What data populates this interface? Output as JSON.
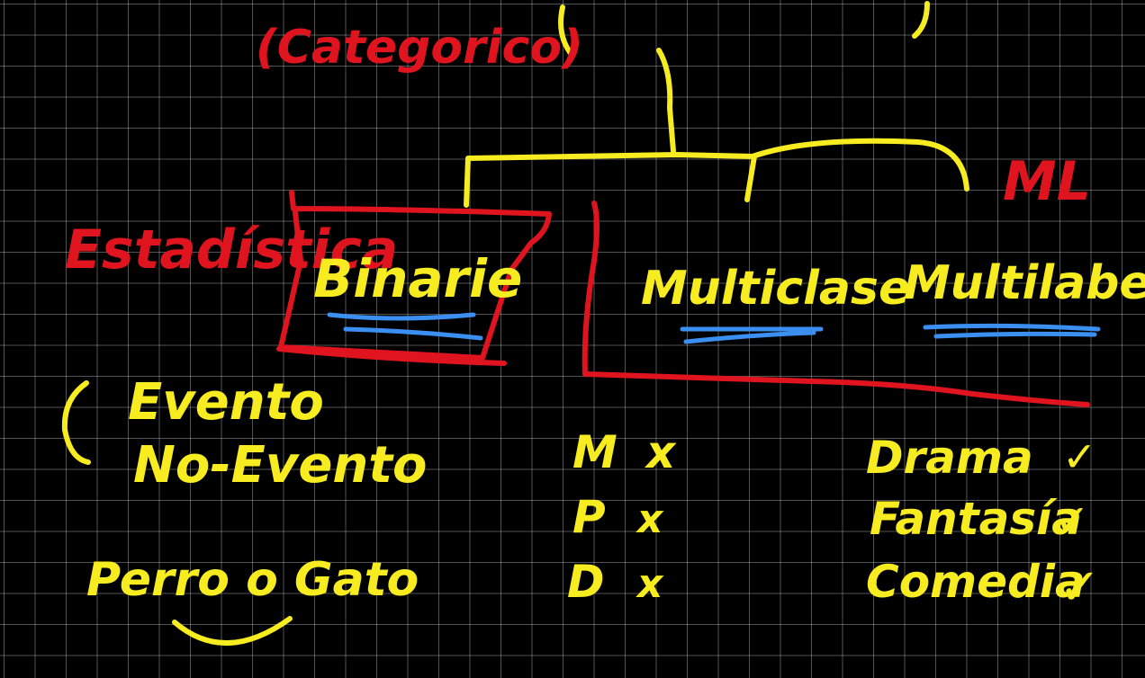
{
  "labels": {
    "categorico": "(Categorico)",
    "estadistica": "Estadística",
    "ml": "ML",
    "binaria": "Binarie",
    "multiclase": "Multiclase",
    "multilabel": "Multilabel",
    "evento": "Evento",
    "no_evento": "No-Evento",
    "perro_gato": "Perro o Gato",
    "mpd": [
      {
        "letter": "M",
        "mark": "x"
      },
      {
        "letter": "P",
        "mark": "x"
      },
      {
        "letter": "D",
        "mark": "x"
      }
    ],
    "genres": [
      {
        "name": "Drama",
        "mark": "✓"
      },
      {
        "name": "Fantasía",
        "mark": "✓"
      },
      {
        "name": "Comedia",
        "mark": "✓"
      }
    ]
  },
  "colors": {
    "background": "#000000",
    "yellow": "#f6ec1f",
    "red": "#e0141e",
    "blue": "#3a8ff0"
  }
}
